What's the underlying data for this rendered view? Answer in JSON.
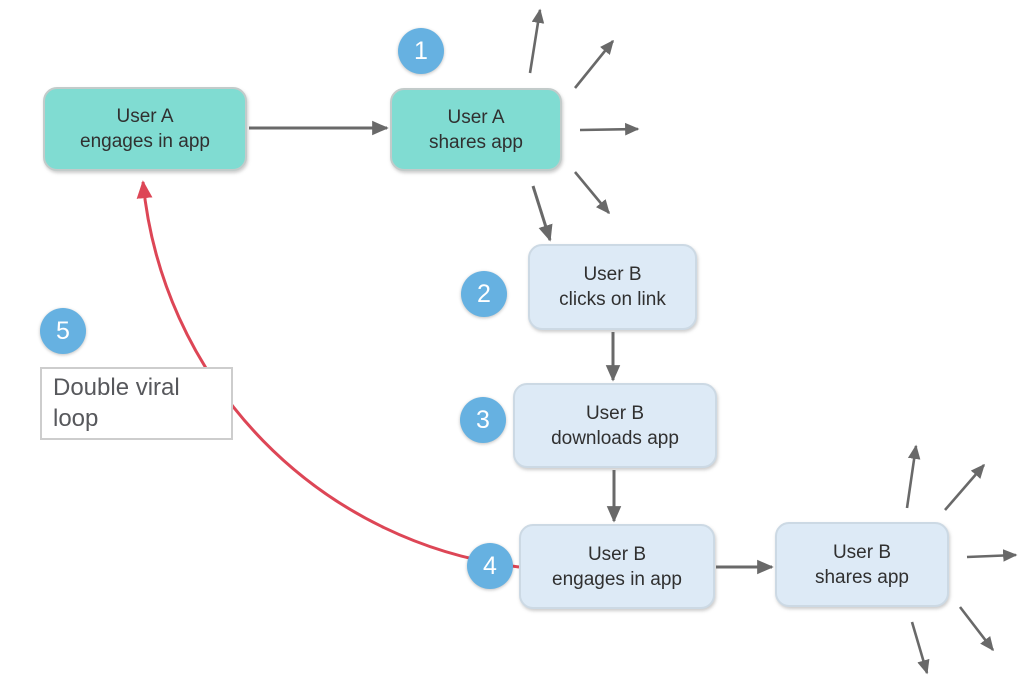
{
  "colors": {
    "node-teal": "#80dcd2",
    "node-teal-border": "#c2cbca",
    "node-blue": "#ddeaf6",
    "node-blue-border": "#ccd9e4",
    "badge-blue": "#66b1e1",
    "arrow-gray": "#696969",
    "loop-red": "#dd4656",
    "text-dark": "#303030",
    "label-gray": "#57585c",
    "label-border": "#cdcdcd"
  },
  "diagram": {
    "nodes": [
      {
        "id": "user-a-engages",
        "line1": "User A",
        "line2": "engages in app"
      },
      {
        "id": "user-a-shares",
        "line1": "User A",
        "line2": "shares app"
      },
      {
        "id": "user-b-clicks",
        "line1": "User B",
        "line2": "clicks on link"
      },
      {
        "id": "user-b-downloads",
        "line1": "User B",
        "line2": "downloads app"
      },
      {
        "id": "user-b-engages",
        "line1": "User B",
        "line2": "engages in app"
      },
      {
        "id": "user-b-shares",
        "line1": "User B",
        "line2": "shares app"
      }
    ],
    "badges": [
      "1",
      "2",
      "3",
      "4",
      "5"
    ],
    "loop_label": {
      "line1": "Double viral",
      "line2": "loop"
    }
  }
}
